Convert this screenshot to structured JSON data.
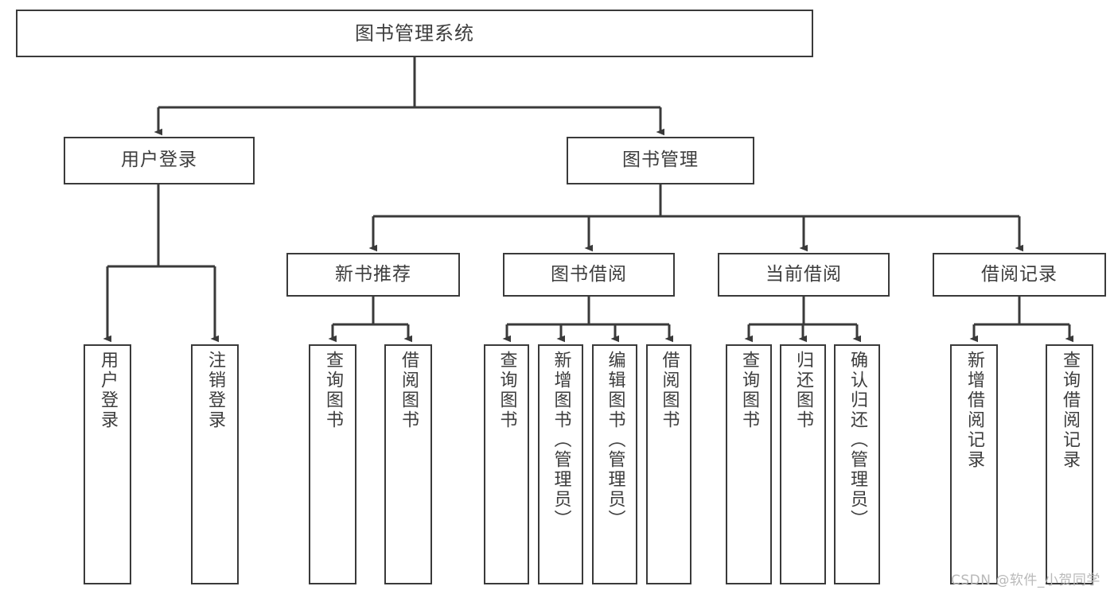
{
  "diagram": {
    "title": "图书管理系统",
    "type": "tree-hierarchy-chart",
    "stroke_color": "#3a3a3a",
    "text_color": "#3d3d3d",
    "background_color": "#ffffff"
  },
  "nodes": {
    "root": {
      "label": "图书管理系统",
      "level": 1
    },
    "level2": [
      {
        "label": "用户登录",
        "level": 2
      },
      {
        "label": "图书管理",
        "level": 2
      }
    ],
    "level3": [
      {
        "label": "新书推荐",
        "level": 3
      },
      {
        "label": "图书借阅",
        "level": 3
      },
      {
        "label": "当前借阅",
        "level": 3
      },
      {
        "label": "借阅记录",
        "level": 3
      }
    ],
    "leaves": {
      "user_login": [
        {
          "label": "用户登录"
        },
        {
          "label": "注销登录"
        }
      ],
      "new_book_recommend": [
        {
          "label": "查询图书"
        },
        {
          "label": "借阅图书"
        }
      ],
      "book_borrow": [
        {
          "label": "查询图书"
        },
        {
          "label": "新增图书（管理员）"
        },
        {
          "label": "编辑图书（管理员）"
        },
        {
          "label": "借阅图书"
        }
      ],
      "current_borrow": [
        {
          "label": "查询图书"
        },
        {
          "label": "归还图书"
        },
        {
          "label": "确认归还（管理员）"
        }
      ],
      "borrow_record": [
        {
          "label": "新增借阅记录"
        },
        {
          "label": "查询借阅记录"
        }
      ]
    }
  },
  "watermark": {
    "text": "CSDN @软件_小贺同学"
  }
}
